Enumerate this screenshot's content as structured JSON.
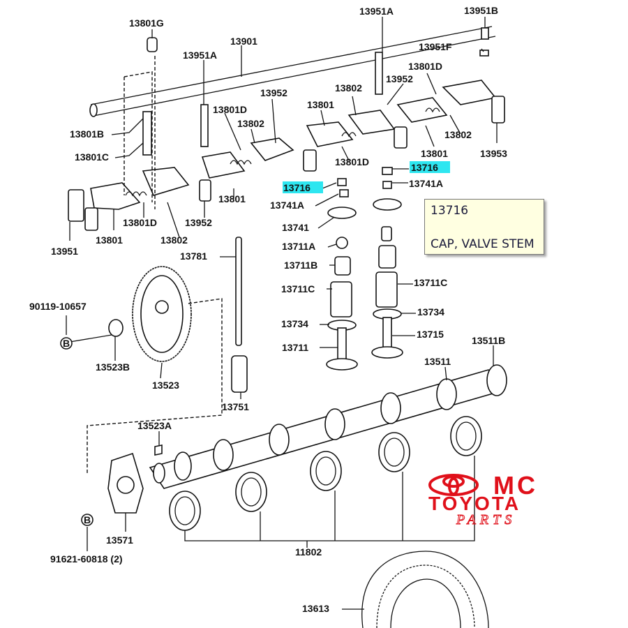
{
  "diagram": {
    "labels": [
      "13801G",
      "13901",
      "13951A",
      "13951A",
      "13951B",
      "13951F",
      "13801D",
      "13952",
      "13802",
      "13801",
      "13802",
      "13952",
      "13801D",
      "13802",
      "13953",
      "13801",
      "13801D",
      "13716",
      "13741A",
      "13801B",
      "13801C",
      "13716",
      "13741A",
      "13741",
      "13711A",
      "13711B",
      "13711C",
      "13734",
      "13711",
      "13711C",
      "13734",
      "13715",
      "13951",
      "13801",
      "13801D",
      "13802",
      "13952",
      "13801",
      "13781",
      "90119-10657",
      "13523B",
      "13523",
      "13751",
      "13511B",
      "13511",
      "13523A",
      "13571",
      "91621-60818 (2)",
      "11802",
      "13613"
    ],
    "callouts": [
      "B",
      "B"
    ],
    "highlight_color": "#2ee6f0"
  },
  "tooltip": {
    "part_number": "13716",
    "description": "CAP, VALVE STEM"
  },
  "logo": {
    "line1": "MC",
    "line2": "TOYOTA",
    "line3": "PARTS",
    "color": "#e0101a"
  }
}
